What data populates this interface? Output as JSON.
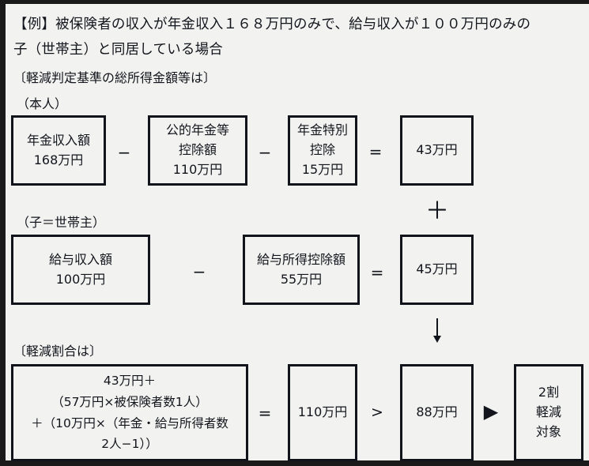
{
  "header": {
    "line1": "【例】被保険者の収入が年金収入１６８万円のみで、給与収入が１００万円のみの",
    "line2": "子（世帯主）と同居している場合"
  },
  "sections": {
    "income_label": "〔軽減判定基準の総所得金額等は〕",
    "self_label": "（本人）",
    "child_label": "（子＝世帯主）",
    "ratio_label": "〔軽減割合は〕"
  },
  "row_self": {
    "box1": {
      "l1": "年金収入額",
      "l2": "168万円"
    },
    "op1": "−",
    "box2": {
      "l1": "公的年金等",
      "l2": "控除額",
      "l3": "110万円"
    },
    "op2": "−",
    "box3": {
      "l1": "年金特別",
      "l2": "控除",
      "l3": "15万円"
    },
    "op3": "=",
    "box4": {
      "l1": "43万円"
    }
  },
  "connector_plus": "＋",
  "row_child": {
    "box1": {
      "l1": "給与収入額",
      "l2": "100万円"
    },
    "op1": "−",
    "box2": {
      "l1": "給与所得控除額",
      "l2": "55万円"
    },
    "op2": "=",
    "box3": {
      "l1": "45万円"
    }
  },
  "connector_arrow": "down-arrow",
  "row_ratio": {
    "formula": {
      "l1": "43万円＋",
      "l2": "（57万円×被保険者数1人）",
      "l3": "＋（10万円×（年金・給与所得者数",
      "l4": "2人−1））"
    },
    "op1": "=",
    "box_total": {
      "l1": "110万円"
    },
    "op2": ">",
    "box_threshold": {
      "l1": "88万円"
    },
    "op3": "▶",
    "box_result": {
      "l1": "2割",
      "l2": "軽減",
      "l3": "対象"
    }
  },
  "colors": {
    "background": "#f2f2f0",
    "frame": "#1a1a1a",
    "box_border": "#11151b",
    "text": "#12151c"
  }
}
